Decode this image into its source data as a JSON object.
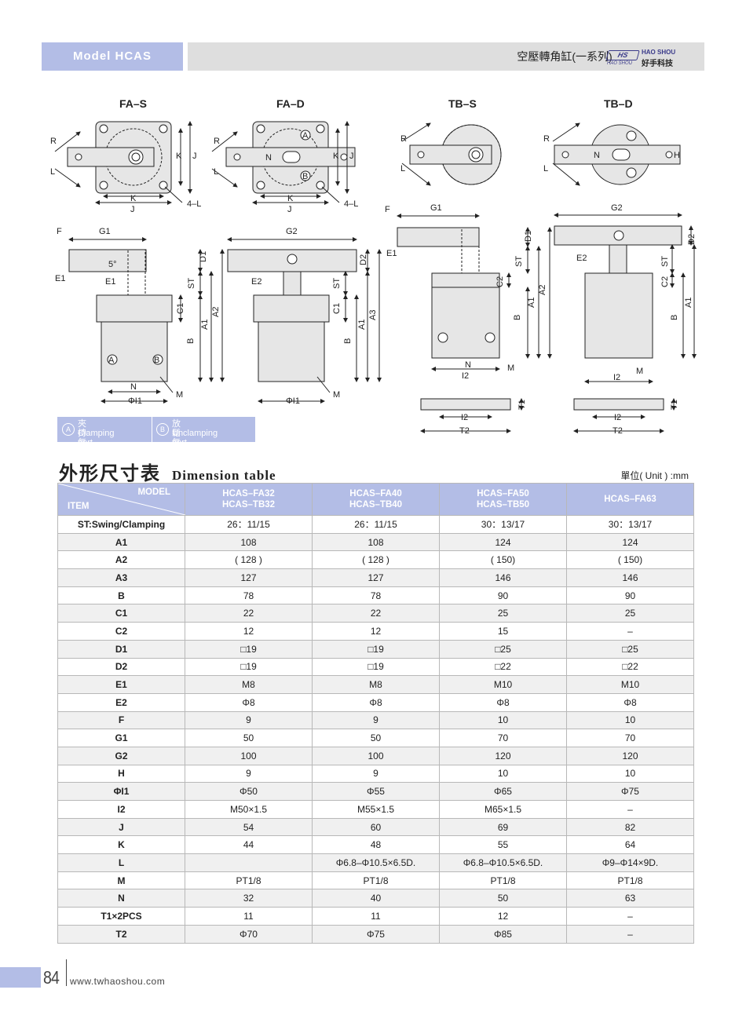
{
  "header": {
    "model_label": "Model HCAS",
    "title": "空壓轉角缸(一系列)",
    "logo_mark": "HS",
    "logo_en": "HAO SHOU",
    "logo_cn": "好手科技",
    "logo_sub": "HAO SHOU"
  },
  "drawings": {
    "titles": [
      "FA–S",
      "FA–D",
      "TB–S",
      "TB–D"
    ],
    "top_labels": {
      "R": "R",
      "L": "L",
      "K": "K",
      "J": "J",
      "H": "H",
      "N": "N",
      "A": "A",
      "B": "B",
      "hole": "4–L"
    },
    "side_labels": {
      "F": "F",
      "G1": "G1",
      "G2": "G2",
      "E1": "E1",
      "E2": "E2",
      "D1": "D1",
      "D2": "D2",
      "ST": "ST",
      "C1": "C1",
      "C2": "C2",
      "A1": "A1",
      "A2": "A2",
      "A3": "A3",
      "B": "B",
      "N": "N",
      "M": "M",
      "PHI_I1": "ΦI1",
      "I2": "I2",
      "T1": "T1",
      "T2": "T2",
      "angle": "5°"
    }
  },
  "legend": {
    "a_symbol": "A",
    "a_cn": "夾持氣孔",
    "a_en": "Clamping port",
    "b_symbol": "B",
    "b_cn": "放鬆氣孔",
    "b_en": "Unclamping port"
  },
  "table_title": {
    "cn": "外形尺寸表",
    "en": "Dimension table",
    "unit": "單位( Unit ) :mm"
  },
  "table": {
    "corner_model": "MODEL",
    "corner_item": "ITEM",
    "columns": [
      {
        "line1": "HCAS–FA32",
        "line2": "HCAS–TB32"
      },
      {
        "line1": "HCAS–FA40",
        "line2": "HCAS–TB40"
      },
      {
        "line1": "HCAS–FA50",
        "line2": "HCAS–TB50"
      },
      {
        "line1": "HCAS–FA63",
        "line2": ""
      }
    ],
    "rows": [
      {
        "item": "ST:Swing/Clamping",
        "values": [
          "26：11/15",
          "26：11/15",
          "30：13/17",
          "30：13/17"
        ]
      },
      {
        "item": "A1",
        "values": [
          "108",
          "108",
          "124",
          "124"
        ]
      },
      {
        "item": "A2",
        "values": [
          "( 128 )",
          "( 128 )",
          "( 150)",
          "( 150)"
        ]
      },
      {
        "item": "A3",
        "values": [
          "127",
          "127",
          "146",
          "146"
        ]
      },
      {
        "item": "B",
        "values": [
          "78",
          "78",
          "90",
          "90"
        ]
      },
      {
        "item": "C1",
        "values": [
          "22",
          "22",
          "25",
          "25"
        ]
      },
      {
        "item": "C2",
        "values": [
          "12",
          "12",
          "15",
          "–"
        ]
      },
      {
        "item": "D1",
        "values": [
          "□19",
          "□19",
          "□25",
          "□25"
        ]
      },
      {
        "item": "D2",
        "values": [
          "□19",
          "□19",
          "□22",
          "□22"
        ]
      },
      {
        "item": "E1",
        "values": [
          "M8",
          "M8",
          "M10",
          "M10"
        ]
      },
      {
        "item": "E2",
        "values": [
          "Φ8",
          "Φ8",
          "Φ8",
          "Φ8"
        ]
      },
      {
        "item": "F",
        "values": [
          "9",
          "9",
          "10",
          "10"
        ]
      },
      {
        "item": "G1",
        "values": [
          "50",
          "50",
          "70",
          "70"
        ]
      },
      {
        "item": "G2",
        "values": [
          "100",
          "100",
          "120",
          "120"
        ]
      },
      {
        "item": "H",
        "values": [
          "9",
          "9",
          "10",
          "10"
        ]
      },
      {
        "item": "ΦI1",
        "values": [
          "Φ50",
          "Φ55",
          "Φ65",
          "Φ75"
        ]
      },
      {
        "item": "I2",
        "values": [
          "M50×1.5",
          "M55×1.5",
          "M65×1.5",
          "–"
        ]
      },
      {
        "item": "J",
        "values": [
          "54",
          "60",
          "69",
          "82"
        ]
      },
      {
        "item": "K",
        "values": [
          "44",
          "48",
          "55",
          "64"
        ]
      },
      {
        "item": "L",
        "values": [
          "",
          "Φ6.8–Φ10.5×6.5D.",
          "Φ6.8–Φ10.5×6.5D.",
          "Φ9–Φ14×9D."
        ]
      },
      {
        "item": "M",
        "values": [
          "PT1/8",
          "PT1/8",
          "PT1/8",
          "PT1/8"
        ]
      },
      {
        "item": "N",
        "values": [
          "32",
          "40",
          "50",
          "63"
        ]
      },
      {
        "item": "T1×2PCS",
        "values": [
          "11",
          "11",
          "12",
          "–"
        ]
      },
      {
        "item": "T2",
        "values": [
          "Φ70",
          "Φ75",
          "Φ85",
          "–"
        ]
      }
    ]
  },
  "footer": {
    "page_number": "84",
    "url": "www.twhaoshou.com"
  }
}
